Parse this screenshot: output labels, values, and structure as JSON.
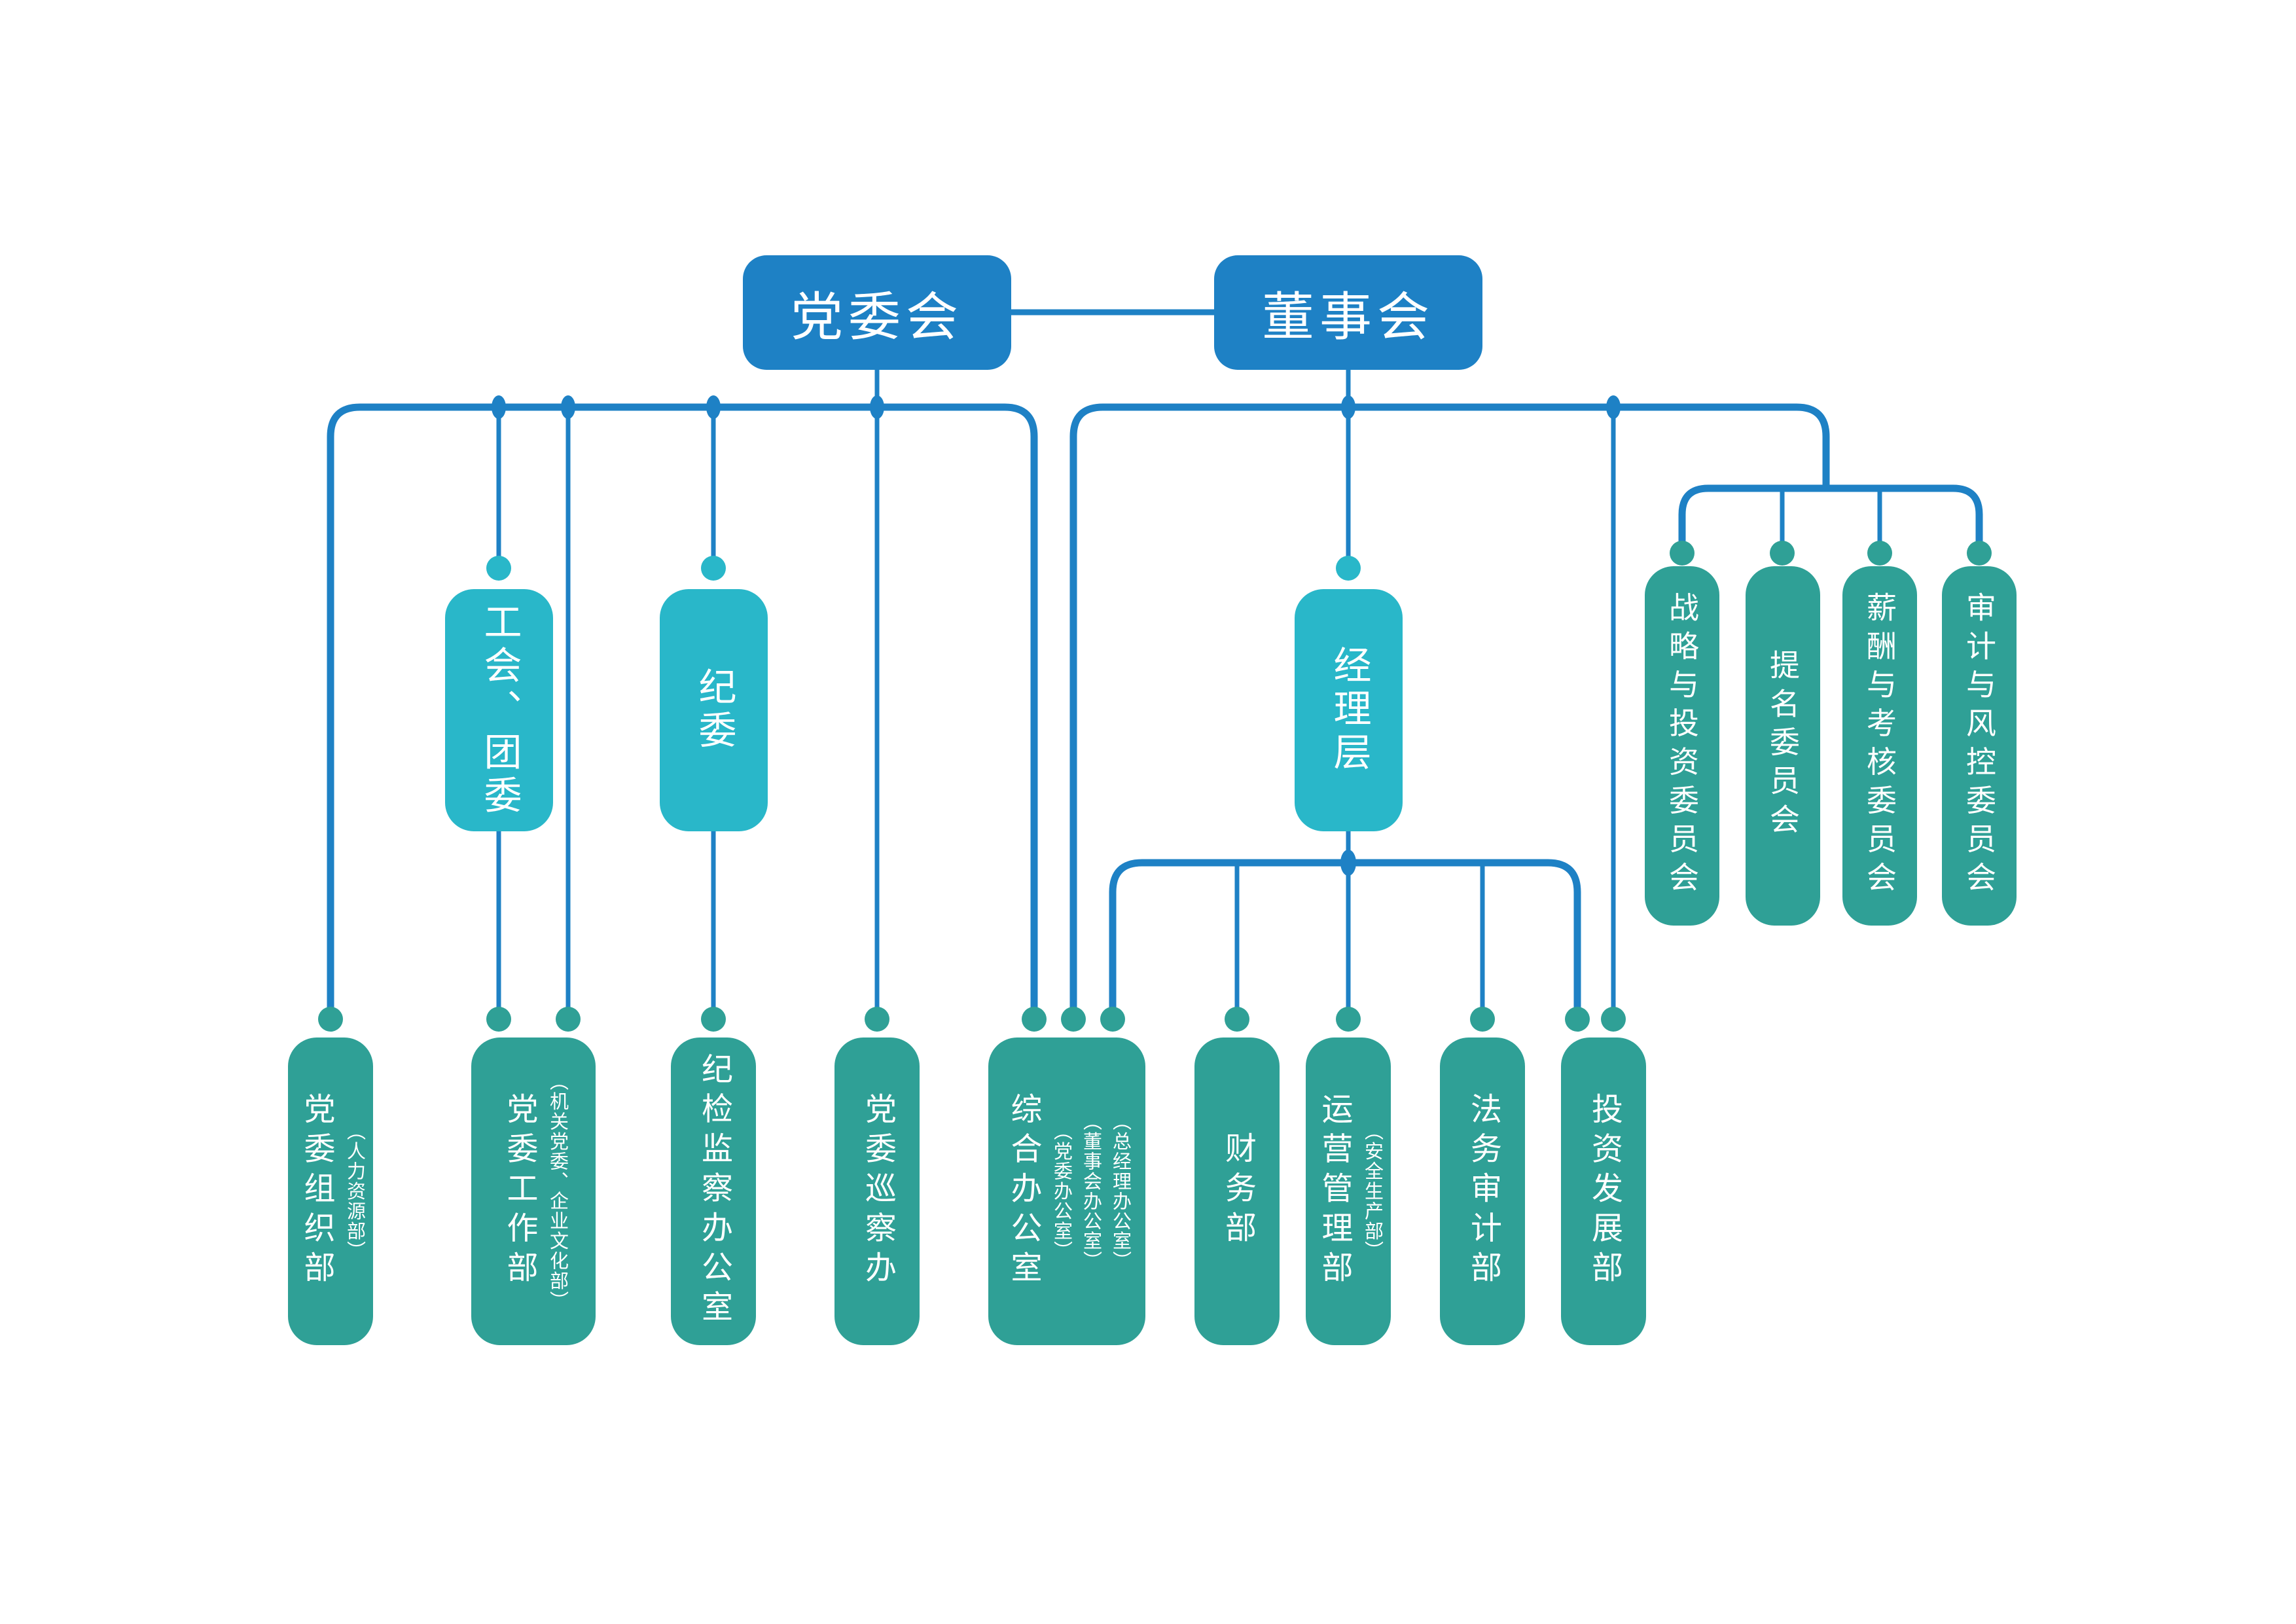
{
  "colors": {
    "line_blue": "#1E81C5",
    "box_blue": "#1E81C5",
    "box_teal_bright": "#29B7C9",
    "box_teal_dark": "#2FA096",
    "text": "#FFFFFF",
    "background": "#FFFFFF"
  },
  "nodes": {
    "party_committee": "党委会",
    "board": "董事会",
    "union": "工会、团委",
    "discipline": "纪委",
    "management": "经理层",
    "committees": [
      "战略与投资委员会",
      "提名委员会",
      "薪酬与考核委员会",
      "审计与风控委员会"
    ],
    "departments": [
      {
        "title": "党委组织部",
        "subtitles": [
          "（人力资源部）"
        ]
      },
      {
        "title": "党委工作部",
        "subtitles": [
          "（机关党委、企业文化部）"
        ]
      },
      {
        "title": "纪检监察办公室",
        "subtitles": []
      },
      {
        "title": "党委巡察办",
        "subtitles": []
      },
      {
        "title": "综合办公室",
        "subtitles": [
          "（党委办公室）",
          "（董事会办公室）",
          "（总经理办公室）"
        ]
      },
      {
        "title": "财务部",
        "subtitles": []
      },
      {
        "title": "运营管理部",
        "subtitles": [
          "（安全生产部）"
        ]
      },
      {
        "title": "法务审计部",
        "subtitles": []
      },
      {
        "title": "投资发展部",
        "subtitles": []
      }
    ]
  },
  "edges": [
    [
      "party_committee",
      "board"
    ],
    [
      "party_committee",
      "union"
    ],
    [
      "party_committee",
      "departments.0"
    ],
    [
      "party_committee",
      "departments.1"
    ],
    [
      "party_committee",
      "discipline"
    ],
    [
      "party_committee",
      "departments.3"
    ],
    [
      "party_committee",
      "departments.4"
    ],
    [
      "union",
      "departments.1"
    ],
    [
      "discipline",
      "departments.2"
    ],
    [
      "board",
      "management"
    ],
    [
      "board",
      "departments.4"
    ],
    [
      "board",
      "departments.8"
    ],
    [
      "board",
      "committees.0"
    ],
    [
      "board",
      "committees.1"
    ],
    [
      "board",
      "committees.2"
    ],
    [
      "board",
      "committees.3"
    ],
    [
      "management",
      "departments.4"
    ],
    [
      "management",
      "departments.5"
    ],
    [
      "management",
      "departments.6"
    ],
    [
      "management",
      "departments.7"
    ],
    [
      "management",
      "departments.8"
    ]
  ]
}
